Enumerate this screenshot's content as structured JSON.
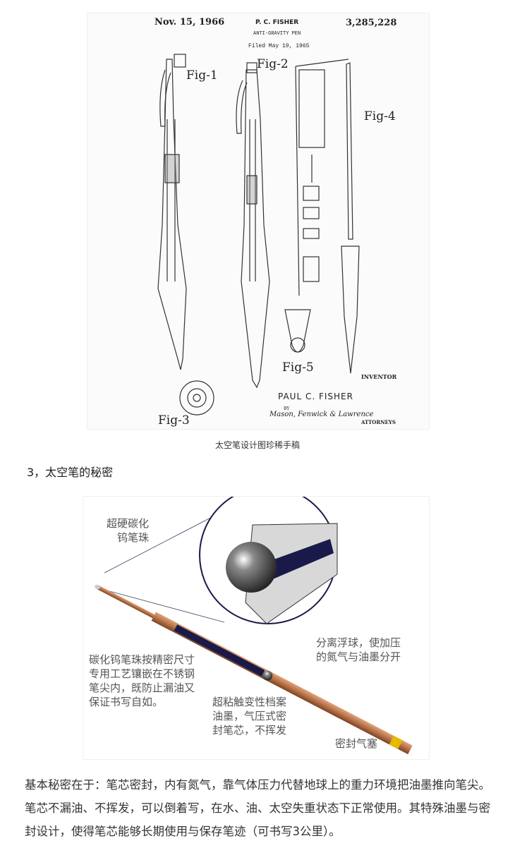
{
  "patent": {
    "date": "Nov. 15, 1966",
    "inventor_header": "P. C. FISHER",
    "title": "ANTI-GRAVITY PEN",
    "filed": "Filed May 19, 1965",
    "number": "3,285,228",
    "fig_labels": [
      "Fig-1",
      "Fig-2",
      "Fig-3",
      "Fig-4",
      "Fig-5"
    ],
    "inventor_label": "INVENTOR",
    "inventor_name": "PAUL C. FISHER",
    "by": "BY",
    "attorneys_signature": "Mason, Fenwick & Lawrence",
    "attorneys_label": "ATTORNEYS"
  },
  "caption": "太空笔设计图珍稀手稿",
  "heading": "3，太空笔的秘密",
  "diagram": {
    "label_ball": [
      "超硬碳化",
      "钨笔珠"
    ],
    "label_float": [
      "分离浮球，使加压",
      "的氮气与油墨分开"
    ],
    "label_tip": [
      "碳化钨笔珠按精密尺寸",
      "专用工艺镶嵌在不锈钢",
      "笔尖内，既防止漏油又",
      "保证书写自如。"
    ],
    "label_ink": [
      "超粘触变性档案",
      "油墨，气压式密",
      "封笔芯，不挥发"
    ],
    "label_seal": "密封气塞"
  },
  "paragraph": "基本秘密在于：笔芯密封，内有氮气，靠气体压力代替地球上的重力环境把油墨推向笔尖。笔芯不漏油、不挥发，可以倒着写，在水、油、太空失重状态下正常使用。其特殊油墨与密封设计，使得笔芯能够长期使用与保存笔迹（可书写3公里）。",
  "colors": {
    "copper": "#b8734a",
    "ink": "#1a1a4a",
    "text": "#333333"
  }
}
